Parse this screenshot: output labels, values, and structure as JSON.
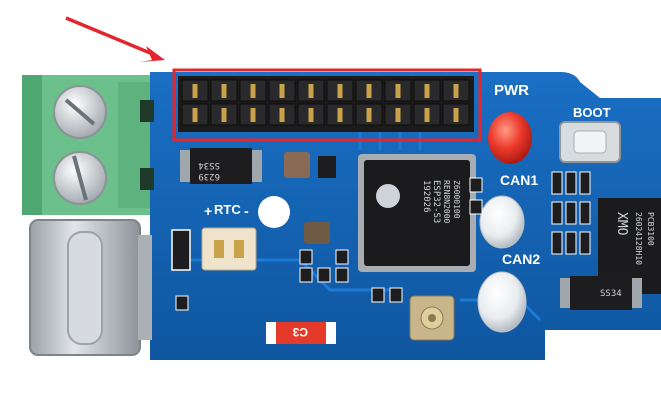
{
  "image": {
    "description_labels": {
      "pwr": "PWR",
      "boot": "BOOT",
      "rtc": "RTC",
      "rtc_plus": "+",
      "rtc_minus": "-",
      "can1": "CAN1",
      "can2": "CAN2",
      "cap_label": "C3",
      "mcu_line1": "ESP32-S3",
      "mcu_line2": "192026",
      "mcu_line3": "REN8N2000",
      "mcu_line4": "Z6000100",
      "diode_label": "SS34",
      "diode_label2": "6239",
      "xmos_line1": "XMO",
      "xmos_line2": "26024128H10",
      "xmos_line3": "PCB3100",
      "diode2_label": "SS34"
    },
    "colors": {
      "pcb": "#1565b8",
      "pcb_dark": "#0d4d92",
      "terminal": "#6cc08b",
      "highlight_box": "#e3262e",
      "arrow": "#e3262e",
      "header": "#1b1b1b",
      "pin": "#c9a24a",
      "led_red": "#e8342b",
      "usb": "#bfc4c9"
    },
    "header_pins_per_row": 10,
    "header_rows": 2
  }
}
